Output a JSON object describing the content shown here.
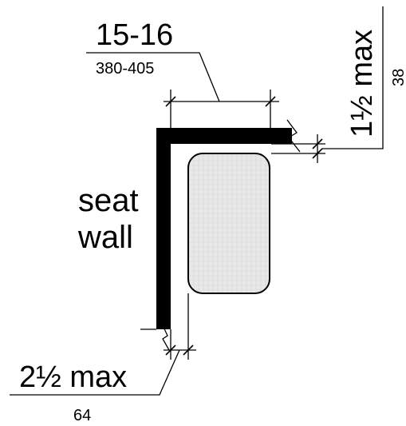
{
  "labels": {
    "seat_line1": "seat",
    "seat_line2": "wall"
  },
  "dimensions": {
    "width": {
      "imperial": "15-16",
      "metric": "380-405"
    },
    "gap_top": {
      "imperial": "1½ max",
      "metric": "38"
    },
    "gap_wall": {
      "imperial": "2½ max",
      "metric": "64"
    }
  },
  "colors": {
    "wall_fill": "#000000",
    "seat_fill": "#e6e6e6",
    "seat_stroke": "#000000",
    "line": "#000000"
  }
}
